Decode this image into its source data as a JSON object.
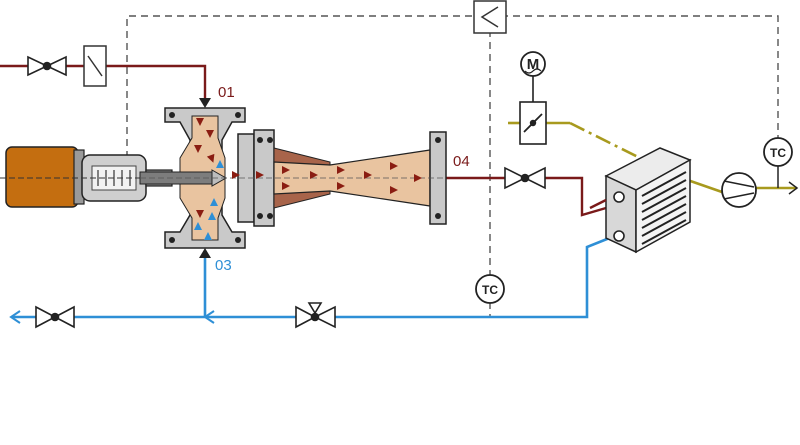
{
  "labels": {
    "port_01": "01",
    "port_03": "03",
    "port_04": "04",
    "motor": "M",
    "tc_left": "TC",
    "tc_right": "TC"
  },
  "colors": {
    "steam_line": "#7a1a1a",
    "water_line": "#2e8fd6",
    "control_line": "#555555",
    "signal_line": "#a89a1e",
    "actuator_body": "#c46e10",
    "flow_fill": "#e9c4a0",
    "flow_arrow_hot": "#8a1d12",
    "flow_arrow_cold": "#2e8fd6",
    "equipment_gray": "#bdbdbd",
    "nozzle_brown": "#a8644a"
  },
  "icons": [
    "gate-valve-icon",
    "filter-icon",
    "pneumatic-actuator-icon",
    "motor-icon",
    "motorized-valve-icon",
    "temperature-controller-icon",
    "heat-exchanger-icon",
    "pump-icon",
    "check-valve-icon",
    "signal-box-icon"
  ]
}
